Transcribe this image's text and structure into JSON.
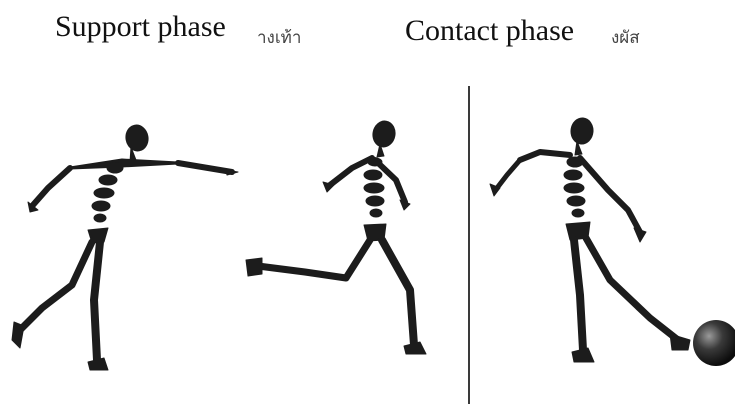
{
  "labels": {
    "support": "Support phase",
    "support_thai": "างเท้า",
    "contact": "Contact phase",
    "contact_thai": "งผัส"
  },
  "colors": {
    "figure": "#1c1c1c",
    "figure_light": "#5a5a5a",
    "ball": "#222222",
    "divider": "#3a3a3a"
  }
}
